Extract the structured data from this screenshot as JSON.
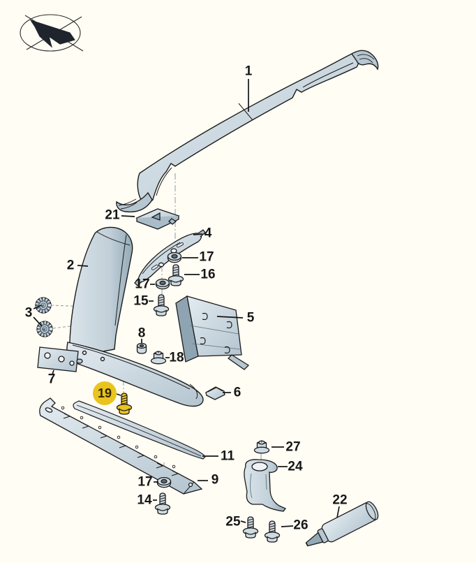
{
  "diagram": {
    "kind": "exploded-parts-diagram",
    "highlighted_callout": "19"
  },
  "colors": {
    "background": "#fffdf4",
    "outline": "#1c1c1c",
    "part_fill_light": "#d3dee5",
    "part_fill_mid": "#b7c7d1",
    "part_fill_dark": "#93a9b6",
    "highlight_yellow": "#e9c41e",
    "construction_line": "#97a5ad"
  },
  "logo": {
    "name": "brand-logo"
  },
  "callouts": [
    {
      "id": "c1",
      "label": "1"
    },
    {
      "id": "c2",
      "label": "2"
    },
    {
      "id": "c21",
      "label": "21"
    },
    {
      "id": "c4",
      "label": "4"
    },
    {
      "id": "c17a",
      "label": "17"
    },
    {
      "id": "c16",
      "label": "16"
    },
    {
      "id": "c17b",
      "label": "17"
    },
    {
      "id": "c15",
      "label": "15"
    },
    {
      "id": "c3",
      "label": "3"
    },
    {
      "id": "c5",
      "label": "5"
    },
    {
      "id": "c7",
      "label": "7"
    },
    {
      "id": "c8",
      "label": "8"
    },
    {
      "id": "c18",
      "label": "18"
    },
    {
      "id": "c6",
      "label": "6"
    },
    {
      "id": "c19",
      "label": "19",
      "highlighted": true
    },
    {
      "id": "c11",
      "label": "11"
    },
    {
      "id": "c9",
      "label": "9"
    },
    {
      "id": "c17c",
      "label": "17"
    },
    {
      "id": "c14",
      "label": "14"
    },
    {
      "id": "c27",
      "label": "27"
    },
    {
      "id": "c24",
      "label": "24"
    },
    {
      "id": "c25",
      "label": "25"
    },
    {
      "id": "c26",
      "label": "26"
    },
    {
      "id": "c22",
      "label": "22"
    }
  ]
}
